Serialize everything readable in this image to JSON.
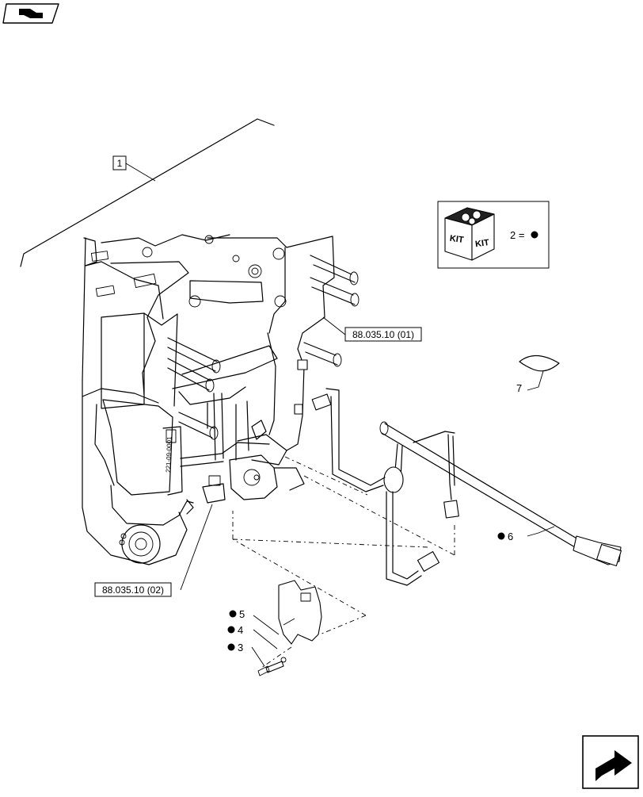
{
  "kit_legend": {
    "kit_label_left": "KIT",
    "kit_label_right": "KIT",
    "equation": "2 ="
  },
  "references": {
    "frame_item": "1",
    "ref_upper": "88.035.10 (01)",
    "ref_lower": "88.035.10 (02)"
  },
  "callouts": [
    {
      "number": "7",
      "kit_marker": false
    },
    {
      "number": "6",
      "kit_marker": true
    },
    {
      "number": "5",
      "kit_marker": true
    },
    {
      "number": "4",
      "kit_marker": true
    },
    {
      "number": "3",
      "kit_marker": true
    }
  ],
  "frame_stamp": "221-09-0001",
  "icons": {
    "top_left": "book-navigation-icon",
    "bottom_right": "next-page-arrow-icon",
    "kit": "kit-box-icon"
  }
}
